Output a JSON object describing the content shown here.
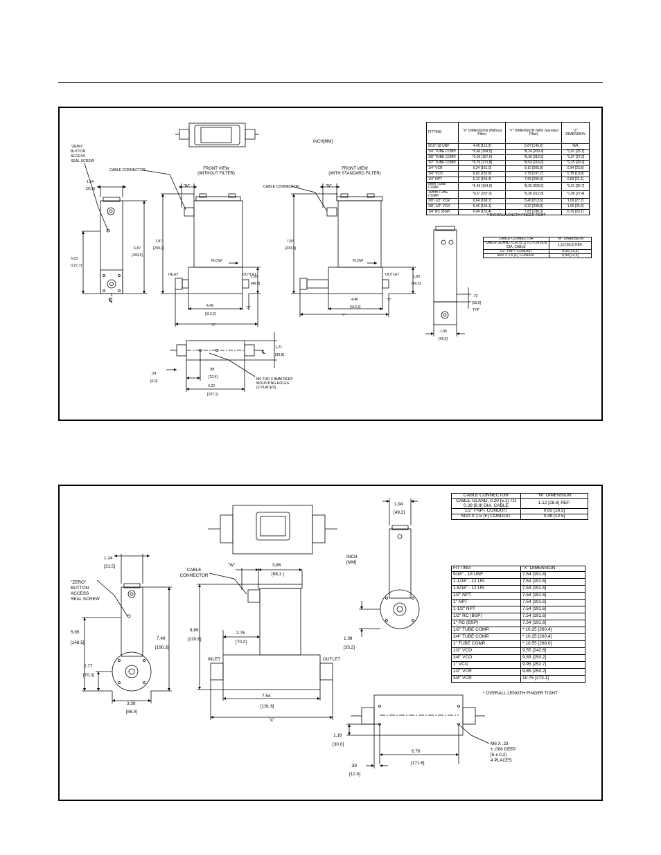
{
  "top": {
    "inch_mm": "INCH[MM]",
    "zero_button": [
      "\"ZERO\"",
      "BUTTON",
      "ACCESS",
      "SEAL SCREW"
    ],
    "cable_connector": "CABLE CONNECTOR",
    "front_view_1": [
      "FRONT VIEW",
      "(WITHOUT FILTER)"
    ],
    "front_view_2": [
      "FRONT VIEW",
      "(WITH STANDARD FILTER)"
    ],
    "flow": "FLOW",
    "inlet": "INLET",
    "outlet": "OUTLET",
    "w": "\"W\"",
    "x": "\"X\"",
    "y": "\"Y\"",
    "z": "\"Z\"",
    "cl": "℄",
    "typ": "TYP",
    "mounting_note": [
      "M6 THD X 8MM DEEP",
      "MOUNTING HOLES",
      "(2 PLACES)"
    ],
    "dims": {
      "d124": "1.24",
      "d315": "[31,5]",
      "d503": "5,03",
      "d1277": "[127,7]",
      "d687": "6,87",
      "d1745": "[169,5]",
      "d787a": "7,87",
      "d2000a": "[200,0]",
      "d195a": "1,95",
      "d495a": "[49,5]",
      "d446a": "4,46",
      "d1132a": "[113,2]",
      "d787b": "7,87",
      "d2000b": "[200,0]",
      "d195b": "1,95",
      "d495b": "[49,5]",
      "d446b": "4,46",
      "d1132b": "[113,2]",
      "d73": ".73",
      "d185": "[18,5]",
      "d195c": "1,95",
      "d495c": "[49,5]",
      "d121": "1,21",
      "d300": "[30,8]",
      "d88": ".88",
      "d224": "[22,4]",
      "d24": ".24",
      "d60": "[6,0]",
      "d422": "4,22",
      "d1071": "[107,1]"
    },
    "table_fitting": {
      "headers": [
        "FITTING",
        "\"X\" DIMENSION (Without Filter)",
        "\"Y\" DIMENSION (With Standard Filter)",
        "\"Z\" DIMENSION"
      ],
      "rows": [
        [
          "9/16\"-18 UNF",
          "4,46 [113,2]",
          "5,87 [149,2]",
          "N/A"
        ],
        [
          "1/4\" TUBE COMP.",
          "*6,46 [164,5]",
          "*8,24 [209,4]",
          "*1,01 [25,7]"
        ],
        [
          "3/8\" TUBE COMP.",
          "*6,60 [167,6]",
          "*8,36 [212,5]",
          "*1,07 [27,2]"
        ],
        [
          "1/2\" TUBE COMP.",
          "*6,76 [171,8]",
          "*8,53 [216,6]",
          "*1,15 [29,2]"
        ],
        [
          "1/4\" VCR",
          "6,34 [161,0]",
          "8,10 [205,8]",
          "0,94 [23,8]"
        ],
        [
          "1/4\" VCO",
          "6,02 [152,8]",
          "7,78 [197,7]",
          "0,78 [19,8]"
        ],
        [
          "1/4\" NPT",
          "6,12 [155,4]",
          "7,89 [200,3]",
          "0,83 [21,1]"
        ],
        [
          "6mm TUBE COMP.",
          "*6,46 [164,5]",
          "*8,25 [209,5]",
          "*1,01 [25,7]"
        ],
        [
          "10mm TUBE COMP.",
          "*6,6\" [167,9]",
          "*8,38 [212,8]",
          "*1,08 [27,4]"
        ],
        [
          "3/8\"-1/2\" VCR",
          "6,64 [168,7]",
          "8,40 [213,5]",
          "1,09 [27,7]"
        ],
        [
          "3/8\"-1/2\" VCO",
          "6,46 [164,1]",
          "8,22 [208,8]",
          "1,00 [25,4]"
        ],
        [
          "1/4\" RC (BSP)",
          "6,04 [153,4]",
          "7,81 [198,3]",
          "0,79 [20,1]"
        ]
      ],
      "note": "* OVERALL LENGTH FINGER TIGHT"
    },
    "table_w": {
      "headers": [
        "CABLE CONNECTOR",
        "\"W\" DIMENSION"
      ],
      "rows": [
        [
          "CABLE GLAND, 0,20 [5,1] TO 0,39 [9,9] DIA, CABLE",
          "1,12 [28,5] REF."
        ],
        [
          "1/2\" FNPT CONDUIT",
          "0,65 [16,5]"
        ],
        [
          "M20 X 1,5 (F) CONDUIT",
          "0,49 [12,5]"
        ]
      ]
    }
  },
  "bottom": {
    "inch_mm": [
      "INCH",
      "[MM]"
    ],
    "zero_button": [
      "\"ZERO\"",
      "BUTTON",
      "ACCESS",
      "SEAL SCREW"
    ],
    "cable_connector": [
      "CABLE",
      "CONNECTOR"
    ],
    "inlet": "INLET",
    "outlet": "OUTLET",
    "w": "\"W\"",
    "x": "\"X\"",
    "mounting_note": [
      "M6 X .23",
      "± .008 DEEP",
      "[6    ± 0.2]",
      "4 PLACES"
    ],
    "dims": {
      "d124": "1.24",
      "d315": "[31.5]",
      "d565": "5,65",
      "d1485": "[148.5]",
      "d749": "7,49",
      "d1903": "[190.3]",
      "d277": "2,77",
      "d703": "[70,3]",
      "d339": "3.39",
      "d860": "[86.0]",
      "d869": "8,69",
      "d2206": "[220,6]",
      "d386": "3,86",
      "d981": "[98,1   ]",
      "d276": "2.76",
      "d702": "[70,2]",
      "d754": "7.54",
      "d1916": "[191.6]",
      "d194": "1,94",
      "d492": "[49,2]",
      "d138": "1.38",
      "d352": "[35,2]",
      "d118": "1,18",
      "d300": "[30.0]",
      "d676": "6.76",
      "d1716": "[171.6]",
      "d39": ".39",
      "d100": "[10.0]"
    },
    "table_w": {
      "headers": [
        "CABLE CONNECTOR",
        "\"W\" DIMENSION"
      ],
      "rows": [
        [
          "CABLE GLAND, 0.20 [5.1] TO 0.39 [9.9] DIA. CABLE",
          "1.12 [28.6] REF."
        ],
        [
          "1/2\" FNPT CONDUIT",
          "0.65 [16.5]"
        ],
        [
          "M20 X 1.5 (F) CONDUIT",
          "0.49 [12.5]"
        ]
      ]
    },
    "table_fitting": {
      "headers": [
        "FITTING",
        "\"X\" DIMENSION"
      ],
      "rows": [
        [
          "9/16\" - 18 UNF",
          "7.54 [191.6]"
        ],
        [
          "1-1/16\" - 12 UN",
          "7.54 [191.6]"
        ],
        [
          "1-5/16\" - 12 UN",
          "7.54 [191.6]"
        ],
        [
          "1/2\" NPT",
          "7.54 [191.6]"
        ],
        [
          "1\" NPT",
          "7.54 [191.6]"
        ],
        [
          "1-1/2\" NPT",
          "7.54 [191.6]"
        ],
        [
          "1/2\" RC (BSP)",
          "7.54 [191.6]"
        ],
        [
          "1\" RC (BSP)",
          "7.54 [191.6]"
        ],
        [
          "1/2\" TUBE COMP.",
          "* 10.25 [260.4]"
        ],
        [
          "3/4\" TUBE COMP.",
          "* 10.25 [260.4]"
        ],
        [
          "1\" TUBE COMP.",
          "* 10.55 [268.0]"
        ],
        [
          "1/2\" VCO",
          "9.55 [242.6]"
        ],
        [
          "3/4\" VCO",
          "9.85 [250.2]"
        ],
        [
          "1\" VCO",
          "9.95 [252.7]"
        ],
        [
          "1/2\" VCR",
          "9.85 [250.2]"
        ],
        [
          "3/4\" VCR",
          "10.75 [273.1]"
        ]
      ],
      "note": "* OVERALL LENGTH FINGER TIGHT"
    }
  }
}
